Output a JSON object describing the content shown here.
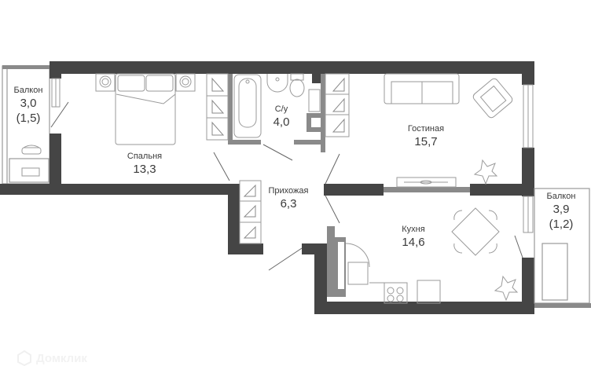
{
  "plan": {
    "colors": {
      "wall": "#454545",
      "partition": "#8a8a8a",
      "line": "#9a9a9a",
      "text": "#3a3a3a",
      "watermark": "#f2f2f2"
    },
    "rooms": [
      {
        "id": "balcony-left",
        "name": "Балкон",
        "area": "3,0",
        "area_extra": "(1,5)"
      },
      {
        "id": "bedroom",
        "name": "Спальня",
        "area": "13,3"
      },
      {
        "id": "bathroom",
        "name": "С/у",
        "area": "4,0"
      },
      {
        "id": "living-room",
        "name": "Гостиная",
        "area": "15,7"
      },
      {
        "id": "hallway",
        "name": "Прихожая",
        "area": "6,3"
      },
      {
        "id": "kitchen",
        "name": "Кухня",
        "area": "14,6"
      },
      {
        "id": "balcony-right",
        "name": "Балкон",
        "area": "3,9",
        "area_extra": "(1,2)"
      }
    ]
  },
  "watermark": {
    "text": "Домклик",
    "icon": "domclick-logo-icon"
  }
}
